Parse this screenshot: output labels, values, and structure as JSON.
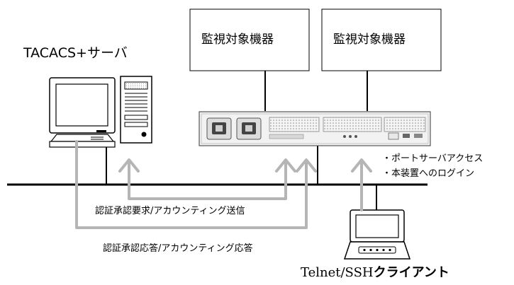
{
  "monitored_devices": [
    {
      "label": "監視対象機器"
    },
    {
      "label": "監視対象機器"
    }
  ],
  "tacacs_server": {
    "label": "TACACS+サーバ"
  },
  "client": {
    "label_latin": "Telnet/SSH",
    "label_ja": "クライアント"
  },
  "flows": {
    "request": "認証承認要求/アカウンティング送信",
    "response": "認証承認応答/アカウンティング応答"
  },
  "services": [
    "・ポートサーバアクセス",
    "・本装置へのログイン"
  ],
  "colors": {
    "line": "#000000",
    "arrow": "#b5b5b5",
    "device_fill": "#f2f2f2"
  },
  "icons": [
    "desktop-computer-icon",
    "tower-server-icon",
    "rack-console-server-icon",
    "laptop-icon"
  ]
}
